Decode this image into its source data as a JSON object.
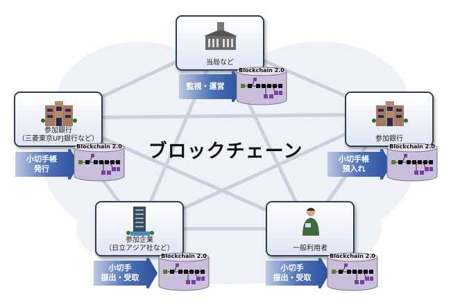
{
  "title": "ブロックチェーン",
  "chain_label": "Blockchain 2.0",
  "colors": {
    "arrow": "#2a4f9a",
    "cylinder": "#c9bedb",
    "block": "#111111",
    "block_accent": "#7a3fa0",
    "genesis": "#5a7a2a",
    "box_border": "#2c3e55"
  },
  "nodes": [
    {
      "id": "authority",
      "icon": "government-building-icon",
      "label": [
        "当局など"
      ],
      "action": [
        "監視・運営"
      ]
    },
    {
      "id": "bank-left",
      "icon": "bank-building-icon",
      "label": [
        "参加銀行",
        "（三菱東京UFJ銀行など）"
      ],
      "action": [
        "小切手帳",
        "発行"
      ]
    },
    {
      "id": "bank-right",
      "icon": "bank-building-icon",
      "label": [
        "参加銀行"
      ],
      "action": [
        "小切手帳",
        "預入れ"
      ]
    },
    {
      "id": "company",
      "icon": "office-tower-icon",
      "label": [
        "参加企業",
        "（日立アジア社など）"
      ],
      "action": [
        "小切手",
        "振出・受取"
      ]
    },
    {
      "id": "user",
      "icon": "person-icon",
      "label": [
        "一般利用者"
      ],
      "action": [
        "小切手",
        "振出・受取"
      ]
    }
  ]
}
